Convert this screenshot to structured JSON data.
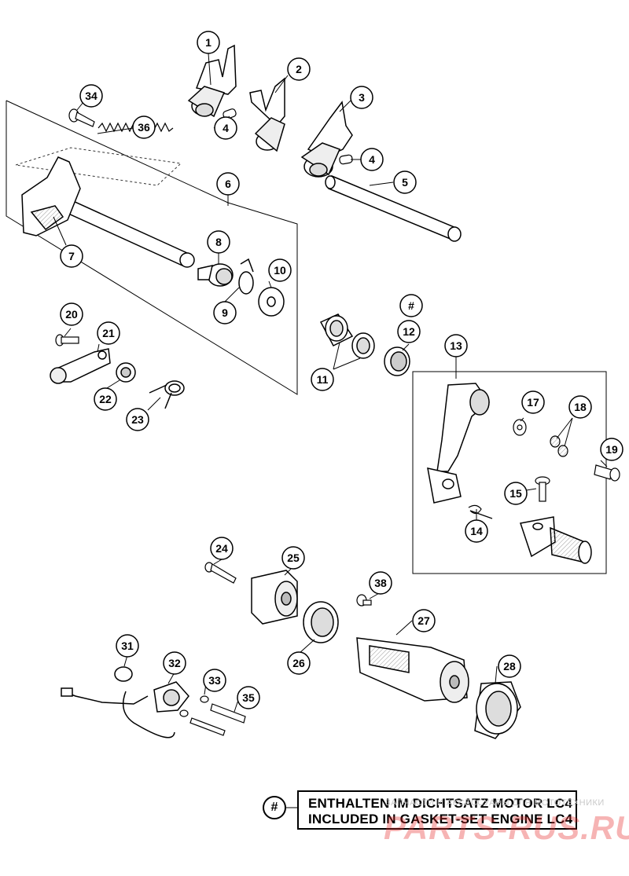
{
  "callouts": [
    {
      "id": "1",
      "label": "1"
    },
    {
      "id": "2",
      "label": "2"
    },
    {
      "id": "3",
      "label": "3"
    },
    {
      "id": "4a",
      "label": "4"
    },
    {
      "id": "4b",
      "label": "4"
    },
    {
      "id": "5",
      "label": "5"
    },
    {
      "id": "6",
      "label": "6"
    },
    {
      "id": "7",
      "label": "7"
    },
    {
      "id": "8",
      "label": "8"
    },
    {
      "id": "9",
      "label": "9"
    },
    {
      "id": "10",
      "label": "10"
    },
    {
      "id": "11",
      "label": "11"
    },
    {
      "id": "12",
      "label": "12"
    },
    {
      "id": "hash",
      "label": "#"
    },
    {
      "id": "13",
      "label": "13"
    },
    {
      "id": "14",
      "label": "14"
    },
    {
      "id": "15",
      "label": "15"
    },
    {
      "id": "17",
      "label": "17"
    },
    {
      "id": "18",
      "label": "18"
    },
    {
      "id": "19",
      "label": "19"
    },
    {
      "id": "20",
      "label": "20"
    },
    {
      "id": "21",
      "label": "21"
    },
    {
      "id": "22",
      "label": "22"
    },
    {
      "id": "23",
      "label": "23"
    },
    {
      "id": "24",
      "label": "24"
    },
    {
      "id": "25",
      "label": "25"
    },
    {
      "id": "26",
      "label": "26"
    },
    {
      "id": "27",
      "label": "27"
    },
    {
      "id": "28",
      "label": "28"
    },
    {
      "id": "31",
      "label": "31"
    },
    {
      "id": "32",
      "label": "32"
    },
    {
      "id": "33",
      "label": "33"
    },
    {
      "id": "34",
      "label": "34"
    },
    {
      "id": "35",
      "label": "35"
    },
    {
      "id": "36",
      "label": "36"
    },
    {
      "id": "38",
      "label": "38"
    }
  ],
  "legend": {
    "symbol": "#",
    "line1": "ENTHALTEN IM DICHTSATZ MOTOR LC4",
    "line2": "INCLUDED IN GASKET-SET ENGINE LC4"
  },
  "watermark": {
    "small": "ЗАПЧАСТИ И АКСЕССУАРЫ ДЛЯ МОТОТЕХНИКИ",
    "big": "PARTS-RUS.RU"
  }
}
